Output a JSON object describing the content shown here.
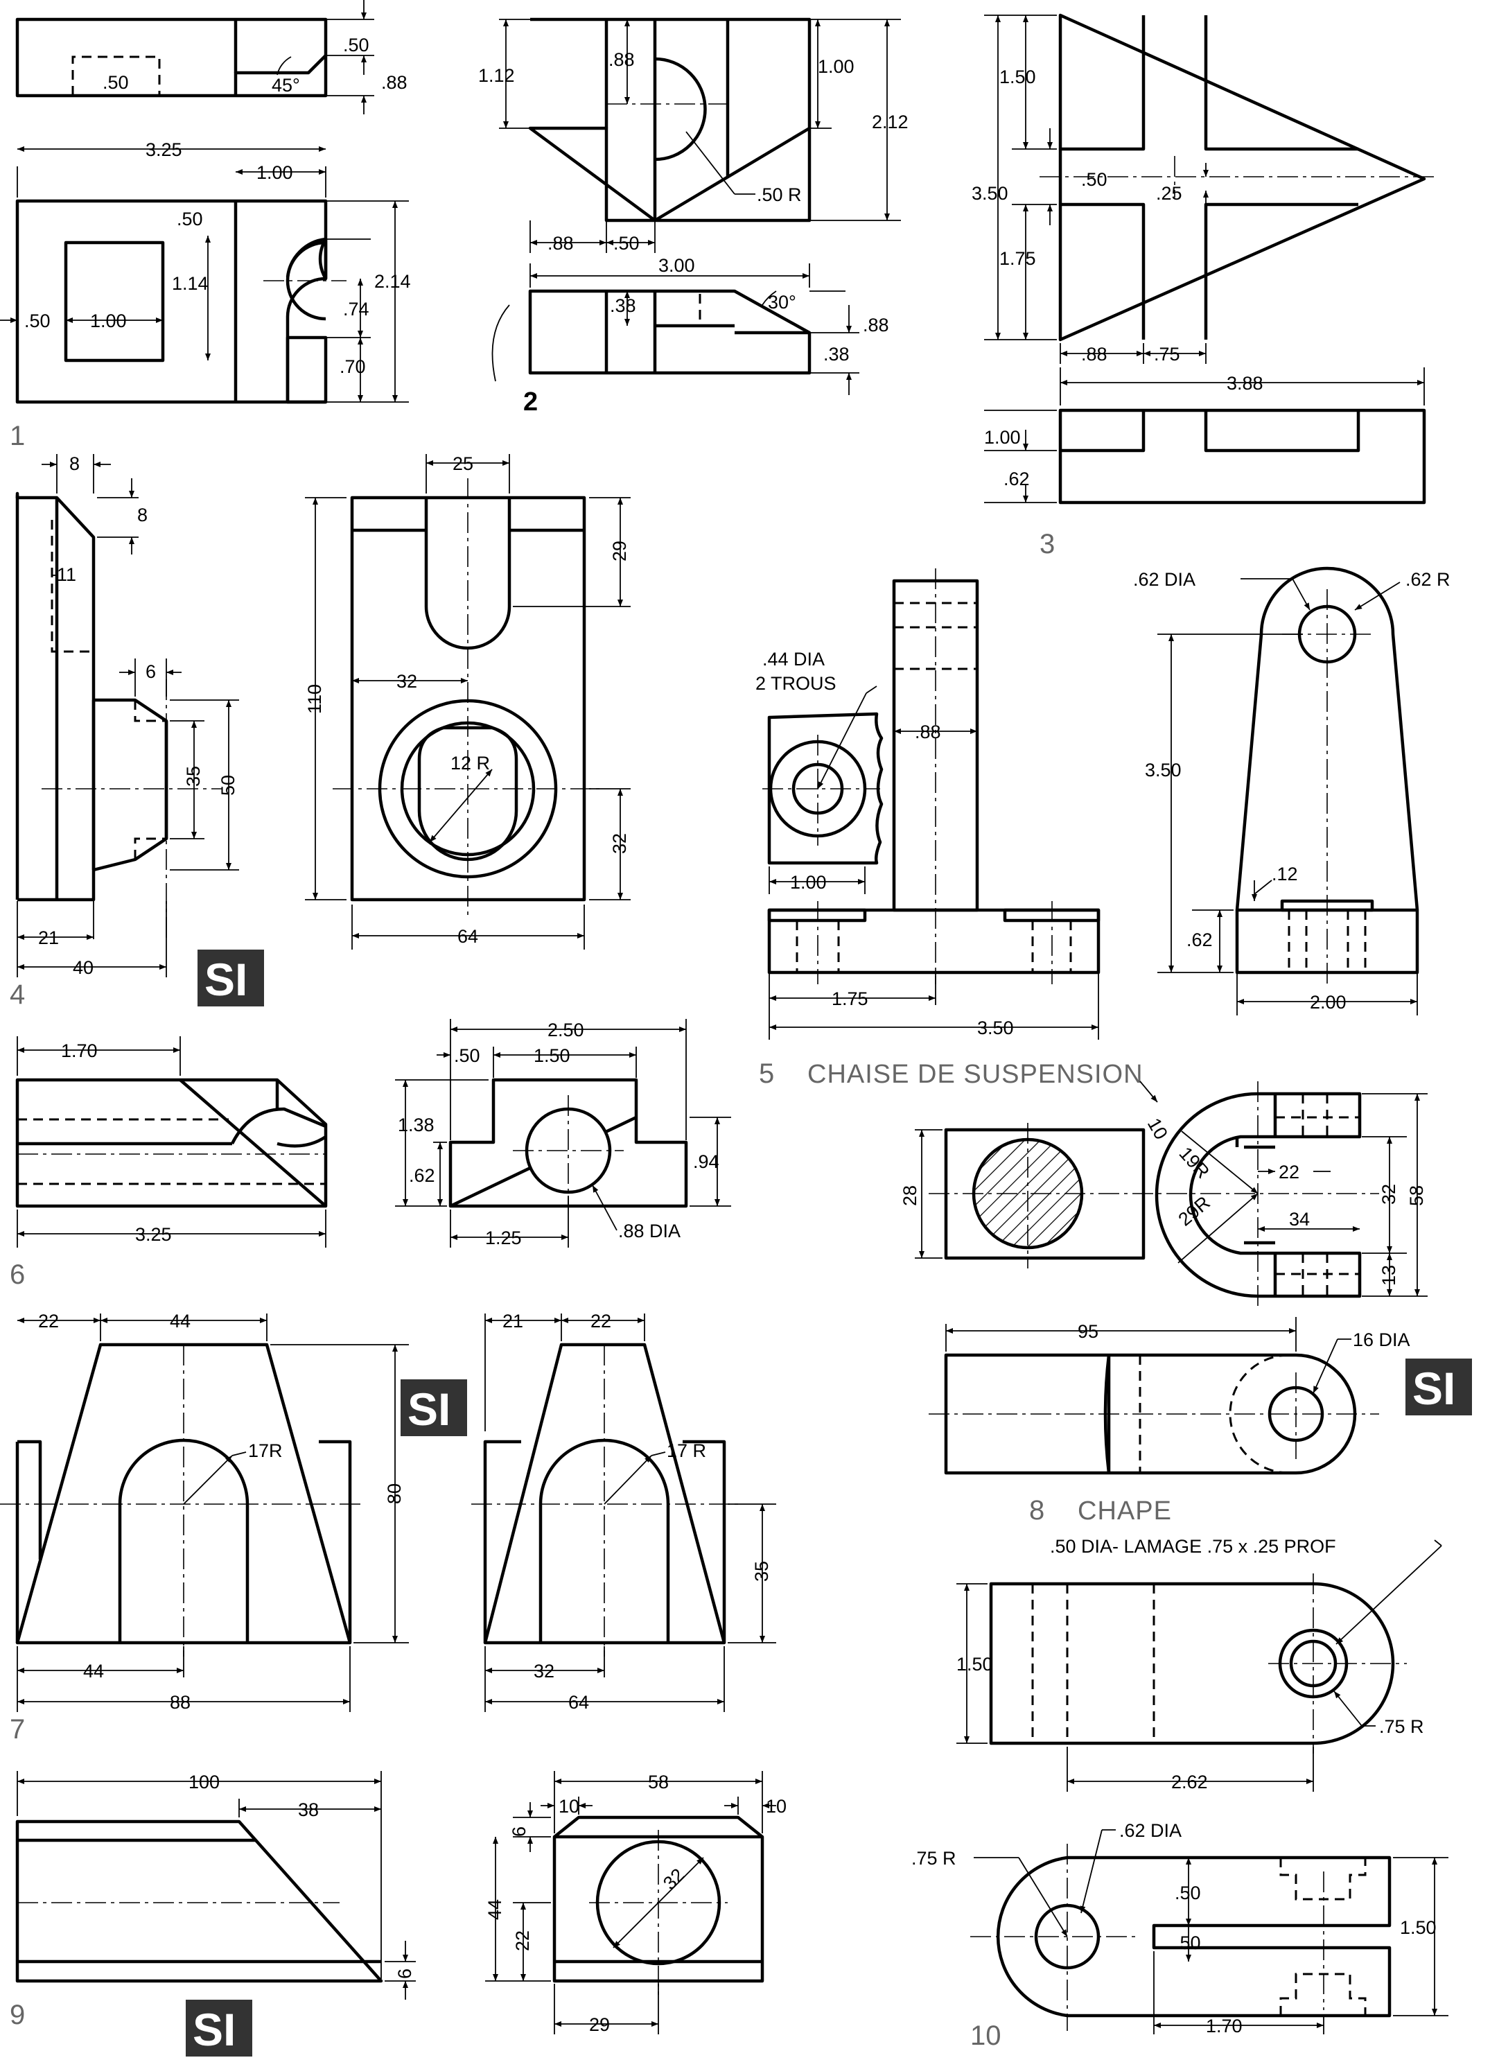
{
  "captions": {
    "p1": "1",
    "p2": "2",
    "p3": "3",
    "p4": "4",
    "p5": "5",
    "p5_title": "CHAISE DE SUSPENSION",
    "p6": "6",
    "p7": "7",
    "p8": "8",
    "p8_title": "CHAPE",
    "p9": "9",
    "p10": "10"
  },
  "si_badge": "SI",
  "dims": {
    "p1": {
      "d050a": ".50",
      "d050b": ".50",
      "d045": "45°",
      "d088": ".88",
      "d325": "3.25",
      "d100a": "1.00",
      "d050c": ".50",
      "d114": "1.14",
      "d214": "2.14",
      "d074": ".74",
      "d070": ".70",
      "d050d": ".50",
      "d100b": "1.00"
    },
    "p2": {
      "d112": "1.12",
      "d088a": ".88",
      "d100": "1.00",
      "d212": "2.12",
      "d050r": ".50 R",
      "d088b": ".88",
      "d050": ".50",
      "d300": "3.00",
      "d038a": ".38",
      "d030": "30°",
      "d088c": ".88",
      "d038b": ".38"
    },
    "p3": {
      "d150": "1.50",
      "d350": "3.50",
      "d050": ".50",
      "d025": ".25",
      "d175": "1.75",
      "d088": ".88",
      "d075": ".75",
      "d388": "3.88",
      "d100": "1.00",
      "d062": ".62"
    },
    "p4": {
      "d8a": "8",
      "d8b": "8",
      "d11": "11",
      "d6": "6",
      "d35": "35",
      "d50": "50",
      "d21": "21",
      "d40": "40",
      "d25": "25",
      "d29": "29",
      "d110": "110",
      "d32a": "32",
      "d12r": "12 R",
      "d32b": "32",
      "d64": "64"
    },
    "p5": {
      "d062dia": ".62 DIA",
      "d062r": ".62 R",
      "d044": ".44 DIA",
      "trous": "2 TROUS",
      "d088": ".88",
      "d100": "1.00",
      "d175": "1.75",
      "d350a": "3.50",
      "d350b": "3.50",
      "d012": ".12",
      "d062": ".62",
      "d200": "2.00"
    },
    "p6": {
      "d170": "1.70",
      "d325": "3.25",
      "d250": "2.50",
      "d050": ".50",
      "d150": "1.50",
      "d138": "1.38",
      "d062": ".62",
      "d094": ".94",
      "d125": "1.25",
      "d088": ".88 DIA"
    },
    "p7": {
      "d22a": "22",
      "d44a": "44",
      "d17ra": "17R",
      "d80": "80",
      "d44b": "44",
      "d88": "88",
      "d21": "21",
      "d22b": "22",
      "d17rb": "17 R",
      "d35": "35",
      "d32": "32",
      "d64": "64"
    },
    "p8": {
      "d10": "10",
      "d19r": "19R",
      "d22": "22",
      "d29r": "29R",
      "d34": "34",
      "d28": "28",
      "d32": "32",
      "d58": "58",
      "d13": "13",
      "d95": "95",
      "d16": "16 DIA"
    },
    "p9": {
      "d100": "100",
      "d38": "38",
      "d6": "6",
      "d58": "58",
      "d10a": "10",
      "d10b": "10",
      "d6b": "6",
      "d44": "44",
      "d22": "22",
      "d32": "32",
      "d29": "29"
    },
    "p10": {
      "note": ".50 DIA- LAMAGE .75 x .25 PROF",
      "d150a": "1.50",
      "d075r": ".75 R",
      "d262": "2.62",
      "d062": ".62 DIA",
      "d075rb": ".75 R",
      "d050a": ".50",
      "d050b": ".50",
      "d150b": "1.50",
      "d170": "1.70"
    }
  }
}
